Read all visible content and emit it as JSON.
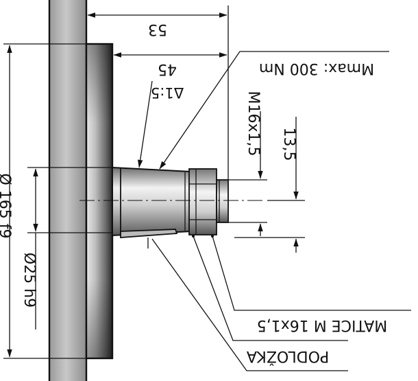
{
  "dimensions": {
    "overall_length": "53",
    "shank_length": "45",
    "outer_diameter": "Ø 165 f9",
    "bore_diameter": "Ø25 h9",
    "thread": "M16x1,5",
    "step": "13,5"
  },
  "annotations": {
    "taper": "Δ1:5",
    "torque": "Mmax: 300 Nm",
    "nut": "MATICE M 16x1,5",
    "washer": "PODLOŽKA"
  }
}
